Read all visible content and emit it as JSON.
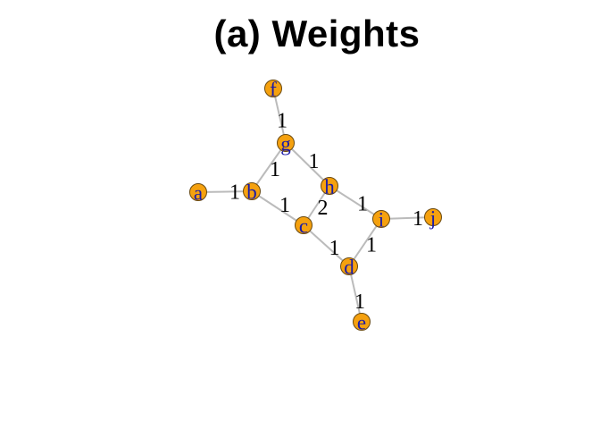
{
  "title": "(a) Weights",
  "colors": {
    "node_fill": "#F5A10F",
    "node_stroke": "#6b4a10",
    "node_label": "#1a1aa8",
    "edge": "#bbbbbb",
    "edge_label": "#000000",
    "background": "#ffffff"
  },
  "nodes": [
    "a",
    "b",
    "c",
    "d",
    "e",
    "f",
    "g",
    "h",
    "i",
    "j"
  ],
  "edges": [
    {
      "from": "f",
      "to": "g",
      "weight": "1"
    },
    {
      "from": "g",
      "to": "b",
      "weight": "1"
    },
    {
      "from": "g",
      "to": "h",
      "weight": "1"
    },
    {
      "from": "a",
      "to": "b",
      "weight": "1"
    },
    {
      "from": "b",
      "to": "c",
      "weight": "1"
    },
    {
      "from": "c",
      "to": "h",
      "weight": "2"
    },
    {
      "from": "h",
      "to": "i",
      "weight": "1"
    },
    {
      "from": "i",
      "to": "j",
      "weight": "1"
    },
    {
      "from": "c",
      "to": "d",
      "weight": "1"
    },
    {
      "from": "i",
      "to": "d",
      "weight": "1"
    },
    {
      "from": "d",
      "to": "e",
      "weight": "1"
    }
  ]
}
